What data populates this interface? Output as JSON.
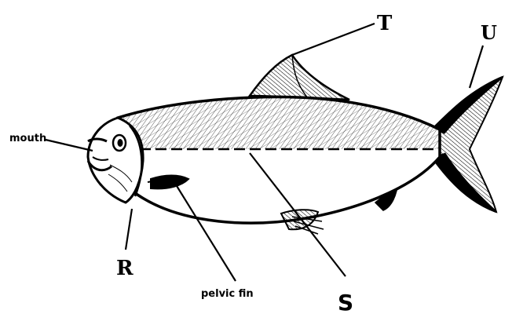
{
  "diagram": {
    "subject": "fish",
    "labels": {
      "mouth": "mouth",
      "pelvic_fin": "pelvic fin",
      "R": "R",
      "S": "S",
      "T": "T",
      "U": "U"
    }
  },
  "colors": {
    "ink": "#000000",
    "background": "#ffffff"
  }
}
